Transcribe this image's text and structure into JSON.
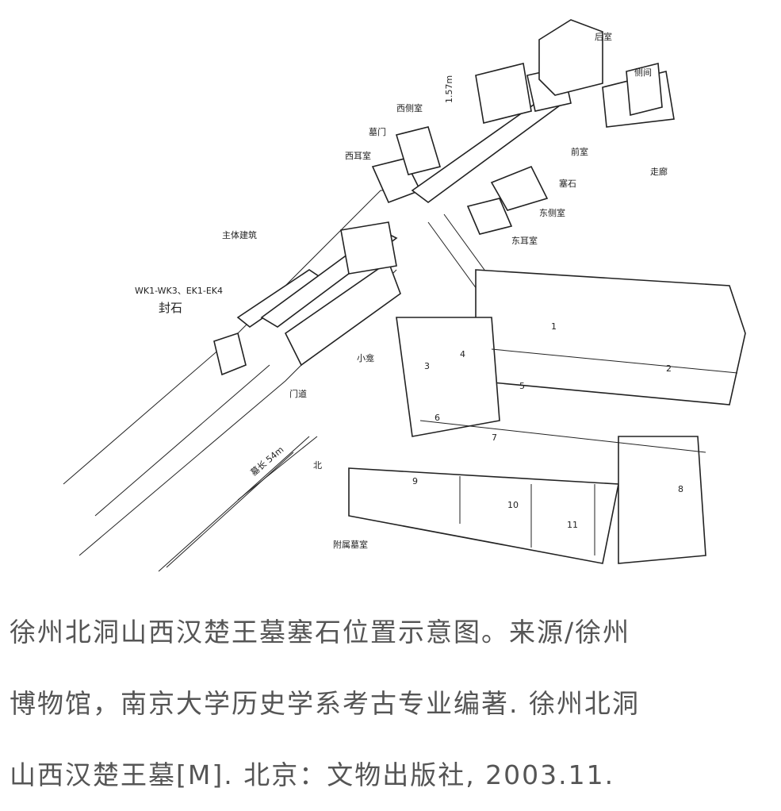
{
  "figure": {
    "labels": {
      "rear_chamber": "后室",
      "side_rooms": "侧间",
      "front_chamber": "前室",
      "corridor": "走廊",
      "plug_stones": "塞石",
      "east_side_chamber": "东侧室",
      "east_ear_chamber": "东耳室",
      "west_side_chamber": "西侧室",
      "tomb_gate": "墓门",
      "west_ear_chamber": "西耳室",
      "main_structure": "主体建筑",
      "sealing_stones_ids": "WK1-WK3、EK1-EK4",
      "sealing_stones": "封石",
      "niche": "小龛",
      "doorway": "门道",
      "tomb_length": "墓长 54m",
      "north": "北",
      "height": "1.57m",
      "auxiliary_chambers": "附属墓室"
    },
    "room_numbers": [
      "1",
      "2",
      "3",
      "4",
      "5",
      "6",
      "7",
      "8",
      "9",
      "10",
      "11"
    ]
  },
  "caption": {
    "lines": [
      "徐州北洞山西汉楚王墓塞石位置示意图。来源/徐州",
      "博物馆，南京大学历史学系考古专业编著. 徐州北洞",
      "山西汉楚王墓[M]. 北京：文物出版社, 2003.11."
    ]
  }
}
